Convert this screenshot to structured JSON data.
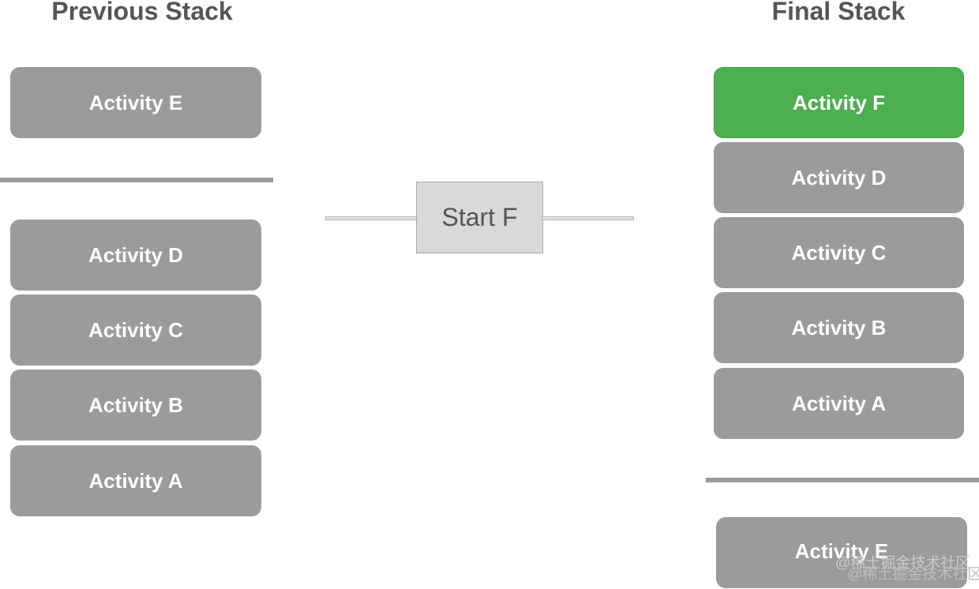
{
  "previous_stack": {
    "title": "Previous Stack",
    "top_activity": "Activity E",
    "lower_activities": [
      "Activity D",
      "Activity C",
      "Activity B",
      "Activity A"
    ]
  },
  "action": {
    "label": "Start F"
  },
  "final_stack": {
    "title": "Final Stack",
    "activities": [
      "Activity F",
      "Activity D",
      "Activity C",
      "Activity B",
      "Activity A"
    ],
    "separated_activity": "Activity E"
  },
  "watermark": "@稀土掘金技术社区",
  "colors": {
    "card": "#9b9b9b",
    "active_card": "#4caf50",
    "heading": "#555555",
    "action_box": "#d9d9d9"
  }
}
